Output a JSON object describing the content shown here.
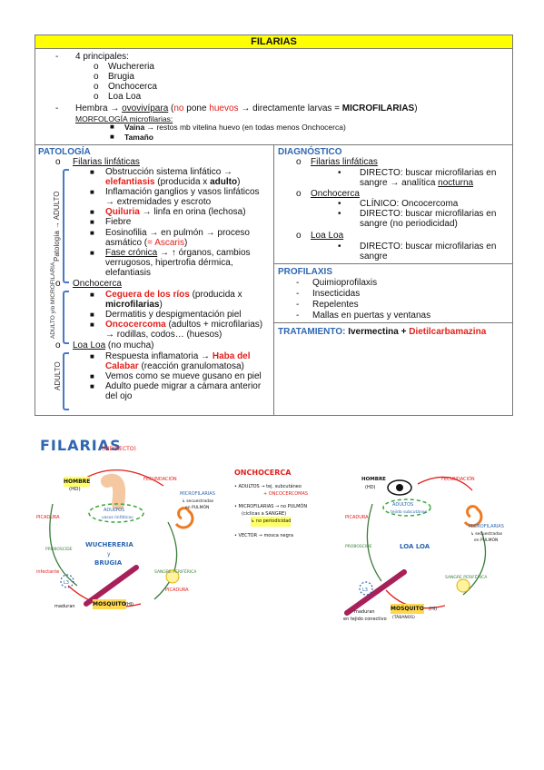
{
  "title": "FILARIAS",
  "intro": {
    "principal_label": "4 principales:",
    "principales": [
      "Wuchereria",
      "Brugia",
      "Onchocerca",
      "Loa Loa"
    ],
    "hembra_1": "Hembra → ",
    "hembra_ovo": "ovovivípara",
    "hembra_2": " (",
    "hembra_no": "no",
    "hembra_3": " pone ",
    "hembra_huevos": "huevos",
    "hembra_4": " → directamente larvas = ",
    "hembra_micro": "MICROFILARIAS",
    "hembra_5": ")",
    "morfo_label": "MORFOLOGÍA microfilarias:",
    "vaina_b": "Vaina",
    "vaina_rest": " → restos mb vitelina huevo (en todas menos Onchocerca)",
    "tamano": "Tamaño"
  },
  "patologia": {
    "header": "PATOLOGÍA",
    "filarias_label": "Filarias linfáticas",
    "side_adulto": "Patología → ADULTO",
    "obs_1": "Obstrucción sistema linfático →",
    "obs_elef": "elefantiasis",
    "obs_2": " (producida x ",
    "obs_adulto": "adulto",
    "obs_3": ")",
    "inflam_1": "Inflamación ganglios y vasos linfáticos",
    "inflam_2": "→ extremidades y escroto",
    "quil_b": "Quiluria",
    "quil_rest": " → linfa en orina (lechosa)",
    "fiebre": "Fiebre",
    "eos_1": "Eosinofilia → en pulmón → proceso",
    "eos_2a": "asmático (",
    "eos_ascaris": "= Ascaris",
    "eos_2b": ")",
    "fase_u": "Fase crónica",
    "fase_rest": " → ↑ órganos, cambios",
    "fase_2": "verrugosos,       hipertrofia      dérmica,",
    "fase_3": "elefantiasis",
    "oncho_label": "Onchocerca",
    "side_oncho": "ADULTO y/o MICROFILARIA",
    "ceguera_r": "Ceguera de los ríos",
    "ceguera_rest": " (producida x",
    "ceguera_2": "microfilarias",
    "ceguera_3": ")",
    "dermatitis": "Dermatitis y despigmentación piel",
    "oncocer_r": "Oncocercoma",
    "oncocer_rest": " (adultos + microfilarias)",
    "oncocer_2": "→ rodillas, codos… (huesos)",
    "loa_label": "Loa Loa",
    "loa_rest": " (no mucha)",
    "side_loa": "ADULTO",
    "resp_1": "Respuesta inflamatoria → ",
    "resp_haba": "Haba del",
    "resp_calabar": "Calabar",
    "resp_2": " (reacción granulomatosa)",
    "vemos": "Vemos como se mueve gusano en piel",
    "adulto_migrar_1": "Adulto puede migrar a cámara anterior",
    "adulto_migrar_2": "del ojo"
  },
  "diagnostico": {
    "header": "DIAGNÓSTICO",
    "filarias_label": "Filarias linfáticas",
    "fil_d1": "DIRECTO: buscar microfilarias en",
    "fil_d2a": "sangre → analítica ",
    "fil_d2u": "nocturna",
    "oncho_label": "Onchocerca",
    "oncho_c": "CLÍNICO: Oncocercoma",
    "oncho_d1": "DIRECTO: buscar microfilarias en",
    "oncho_d2": "sangre (no periodicidad)",
    "loa_label": "Loa Loa",
    "loa_d1": "DIRECTO: buscar microfilarias en",
    "loa_d2": "sangre"
  },
  "profilaxis": {
    "header": "PROFILAXIS",
    "items": [
      "Quimioprofilaxis",
      "Insecticidas",
      "Repelentes",
      "Mallas en puertas y ventanas"
    ]
  },
  "tratamiento": {
    "header": "TRATAMIENTO:",
    "ivermectina": "Ivermectina",
    "plus": " + ",
    "dietil": "Dietilcarbamazina"
  },
  "sketch": {
    "title": "FILARIAS",
    "title_note": "(INDIRECTO)",
    "left": {
      "hombre": "HOMBRE",
      "hombre_sub": "(HD)",
      "fecundacion": "FECUNDACIÓN",
      "adultos": "ADULTOS",
      "adultos_sub": "vasos linfáticos",
      "microfilarias": "MICROFILARIAS",
      "micro_sub1": "↳ secuestradas",
      "micro_sub2": "en PULMÓN",
      "picadura_top": "PICADURA",
      "center_1": "WUCHERERIA",
      "center_2": "y",
      "center_3": "BRUGIA",
      "sangre": "SANGRE PERIFÉRICA",
      "picadura_bottom": "PICADURA",
      "mosquito": "MOSQUITO",
      "mosquito_sub": "(HI)",
      "maduran": "maduran",
      "infectante": "infectante",
      "l3": "L3",
      "proboscide": "PROBOSCIDE"
    },
    "middle": {
      "title": "ONCHOCERCA",
      "adultos": "• ADULTOS → tej. subcutáneo",
      "adultos_2": "+ ONCOCERCOMAS",
      "micro": "• MICROFILARIAS → no PULMÓN",
      "micro_2": "(cíclicas a SANGRE)",
      "micro_3": "↳ no periodicidad",
      "vector": "• VECTOR → mosca negra"
    },
    "right": {
      "hombre": "HOMBRE",
      "hombre_sub": "(HD)",
      "fecundacion": "FECUNDACIÓN",
      "adultos": "ADULTOS",
      "adultos_sub": "tejido subcutáneo",
      "microfilarias": "MICROFILARIAS",
      "micro_sub1": "↳ secuestradas",
      "micro_sub2": "en PULMÓN",
      "picadura": "PICADURA",
      "center": "LOA LOA",
      "proboscide": "PROBOSCIDE",
      "sangre": "SANGRE PERIFÉRICA",
      "mosquito": "MOSQUITO",
      "mosquito_sub": "(TÁBANOS)",
      "hi": "(HI)",
      "maduran_1": "maduran",
      "maduran_2": "en tejido conectivo",
      "l3": "L3"
    }
  }
}
